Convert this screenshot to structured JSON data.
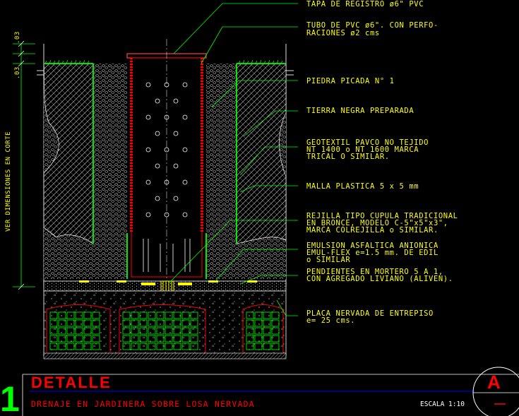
{
  "annotations": [
    {
      "lines": [
        "TAPA DE REGISTRO ø6\" PVC"
      ]
    },
    {
      "lines": [
        "TUBO DE PVC ø6\". CON PERFO-",
        "RACIONES ø2 cms"
      ]
    },
    {
      "lines": [
        "PIEDRA PICADA N° 1"
      ]
    },
    {
      "lines": [
        "TIERRA NEGRA PREPARADA"
      ]
    },
    {
      "lines": [
        "GEOTEXTIL PAVCO NO TEJIDO",
        "NT 1400 o NT 1600 MARCA",
        "TRICAL O SIMILAR."
      ]
    },
    {
      "lines": [
        "MALLA PLASTICA 5 x 5 mm"
      ]
    },
    {
      "lines": [
        "REJILLA TIPO CUPULA TRADICIONAL",
        "EN BRONCE, MODELO C-5\"x5\"x3\",",
        "MARCA COLREJILLA o SIMILAR."
      ]
    },
    {
      "lines": [
        "EMULSION ASFALTICA ANIONICA",
        "EMUL-FLEX e=1.5 mm. DE EDIL",
        "o SIMILAR"
      ]
    },
    {
      "lines": [
        "PENDIENTES EN MORTERO 5 A 1,",
        "CON AGREGADO LIVIANO (ALIVEN)."
      ]
    },
    {
      "lines": [
        "PLACA NERVADA DE ENTREPISO",
        "e= 25 cms."
      ]
    }
  ],
  "dimensions": {
    "side_label": "VER DIMENSIONES EN CORTE",
    "top_a": ".03",
    "top_b": ".03"
  },
  "title_block": {
    "number": "1",
    "title": "DETALLE",
    "subtitle": "DRENAJE EN JARDINERA SOBRE LOSA NERVADA",
    "scale": "ESCALA 1:10",
    "sheet_letter": "A"
  },
  "colors": {
    "background": "#000000",
    "annotation_text": "#ffff00",
    "leader": "#00ff00",
    "title": "#ff0000",
    "geometry": "#ffffff",
    "pipe": "#ff0000"
  }
}
